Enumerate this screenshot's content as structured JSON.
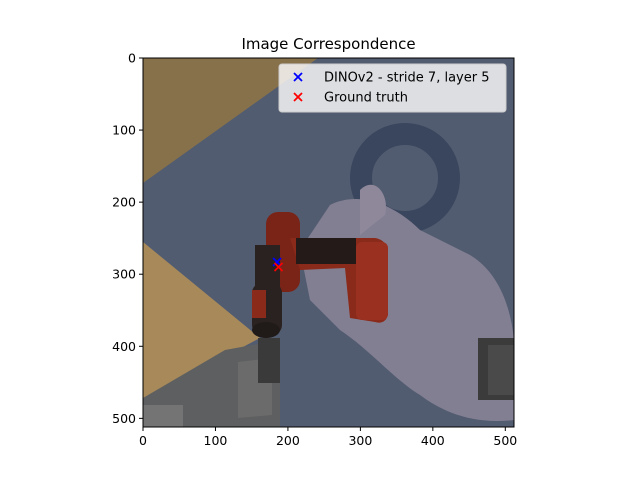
{
  "chart_data": {
    "type": "scatter",
    "title": "Image Correspondence",
    "xlabel": "",
    "ylabel": "",
    "xlim": [
      0,
      512
    ],
    "ylim": [
      512,
      0
    ],
    "x_ticks": [
      0,
      100,
      200,
      300,
      400,
      500
    ],
    "y_ticks": [
      0,
      100,
      200,
      300,
      400,
      500
    ],
    "grid": false,
    "legend_position": "top-right",
    "background": "photo of a robot gripper holding a red and black power drill over a blue mat on a wooden table",
    "series": [
      {
        "name": "DINOv2 - stride 7, layer 5",
        "marker": "x",
        "color": "#0000ff",
        "points": [
          [
            185,
            283
          ]
        ]
      },
      {
        "name": "Ground truth",
        "marker": "x",
        "color": "#ff0000",
        "points": [
          [
            187,
            290
          ]
        ]
      }
    ]
  }
}
